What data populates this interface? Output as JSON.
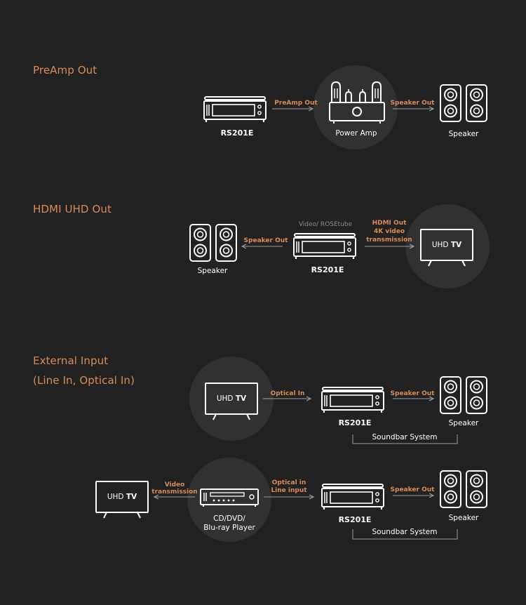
{
  "colors": {
    "background": "#232222",
    "accent": "#d98b54",
    "circle": "#323131",
    "line": "#9a9a9a",
    "muted": "#8a8a8a"
  },
  "sections": {
    "preamp": {
      "title": "PreAmp Out",
      "source_label": "RS201E",
      "connection_label": "PreAmp Out",
      "amp_label": "Power Amp",
      "connection2_label": "Speaker Out",
      "speaker_label": "Speaker"
    },
    "hdmi": {
      "title": "HDMI UHD Out",
      "source_caption": "Video/ ROSEtube",
      "source_label": "RS201E",
      "speaker_connection": "Speaker Out",
      "speaker_label": "Speaker",
      "tv_connection": [
        "HDMI Out",
        "4K video",
        "transmission"
      ],
      "tv": {
        "prefix": "UHD ",
        "suffix": "TV"
      }
    },
    "external": {
      "title_line1": "External Input",
      "title_line2": "(Line In, Optical In)",
      "row1": {
        "tv": {
          "prefix": "UHD ",
          "suffix": "TV"
        },
        "connection": "Optical In",
        "source_label": "RS201E",
        "speaker_connection": "Speaker Out",
        "speaker_label": "Speaker",
        "group_label": "Soundbar System"
      },
      "row2": {
        "tv": {
          "prefix": "UHD ",
          "suffix": "TV"
        },
        "video_connection": [
          "Video",
          "transmission"
        ],
        "player_label": [
          "CD/DVD/",
          "Blu-ray Player"
        ],
        "connection": [
          "Optical in",
          "Line input"
        ],
        "source_label": "RS201E",
        "speaker_connection": "Speaker Out",
        "speaker_label": "Speaker",
        "group_label": "Soundbar System"
      }
    }
  }
}
